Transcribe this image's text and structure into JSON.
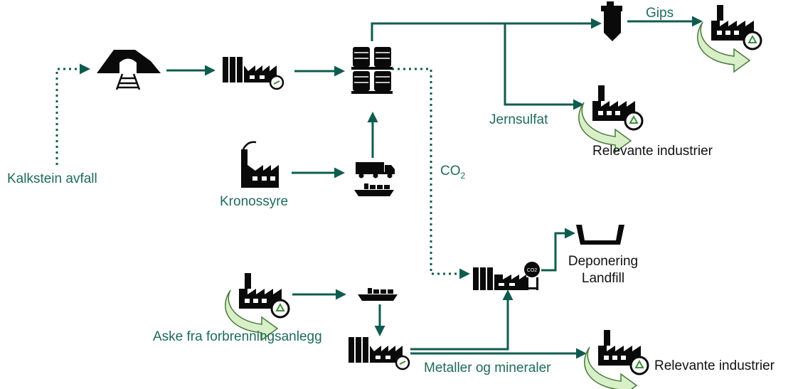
{
  "colors": {
    "flow": "#0f5c4f",
    "icon": "#0a0a0a",
    "label_green": "#1f6b5c",
    "label_black": "#111111",
    "recycle_arrow": "#d8efc8",
    "recycle_badge": "#3e8e3e"
  },
  "labels": {
    "gips": "Gips",
    "jernsulfat": "Jernsulfat",
    "relevante_upper": "Relevante industrier",
    "kalkstein": "Kalkstein avfall",
    "kronossyre": "Kronossyre",
    "co2": "CO",
    "co2_sub": "2",
    "deponering": "Deponering",
    "landfill": "Landfill",
    "aske": "Aske fra forbrenningsanlegg",
    "metaller": "Metaller og mineraler",
    "relevante_lower": "Relevante industrier",
    "co2_tank": "CO2"
  },
  "icons": [
    "mine-icon",
    "limestone-factory-icon",
    "storage-tanks-icon",
    "gypsum-silo-icon",
    "gips-recycling-factory-icon",
    "jernsulfat-recycling-factory-icon",
    "kronos-factory-icon",
    "truck-icon",
    "cargo-ship-icon",
    "co2-plant-icon",
    "landfill-icon",
    "ash-recycling-factory-icon",
    "ash-ship-icon",
    "ash-processing-factory-icon",
    "metal-recycling-factory-icon"
  ]
}
